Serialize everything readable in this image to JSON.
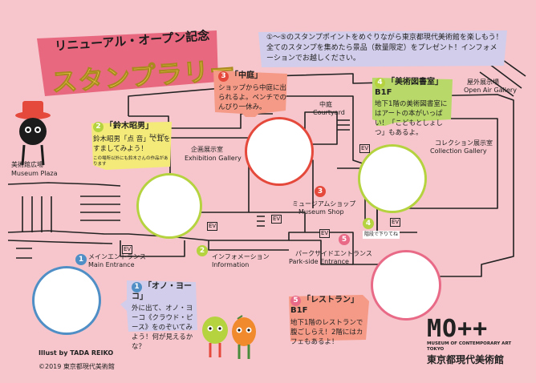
{
  "title": {
    "line1": "リニューアル・オープン記念",
    "line2": "スタンプラリー"
  },
  "intro": {
    "text": "①～⑤のスタンプポイントをめぐりながら東京都現代美術館を楽しもう！全てのスタンプを集めたら景品（数量限定）をプレゼント！インフォメーションでお越しください。"
  },
  "colors": {
    "background": "#f6c6cc",
    "blue": "#4f8fc6",
    "green": "#b5d23f",
    "red": "#e4493b",
    "pink": "#e86a87",
    "title_pink": "#e8687f",
    "intro_lavender": "#d2cdea",
    "bubble_salmon": "#f59a86",
    "bubble_yellow": "#f4ea7a",
    "bubble_green": "#b9d86a"
  },
  "stops": [
    {
      "num": "1",
      "title": "「オノ・ヨーコ」",
      "body": "外に出て、オノ・ヨーコ《クラウド・ピース》をのぞいてみよう！何が見えるかな？"
    },
    {
      "num": "2",
      "title": "「鈴木昭男」",
      "body": "鈴木昭男「点 音」で耳をすましてみよう！",
      "note": "この場所以外にも鈴木さんの作品があります",
      "ruby": "おとだて"
    },
    {
      "num": "3",
      "title": "「中庭」",
      "body": "ショップから中庭に出られるよ。ベンチでのんびり一休み。"
    },
    {
      "num": "4",
      "title": "「美術図書室」B1F",
      "body": "地下1階の美術図書室にはアートの本がいっぱい！「こどもとしょしつ」もあるよ。"
    },
    {
      "num": "5",
      "title": "「レストラン」B1F",
      "body": "地下1階のレストランで腹ごしらえ！2階にはカフェもあるよ！"
    }
  ],
  "map_labels": {
    "plaza_jp": "美術館広場",
    "plaza_en": "Museum Plaza",
    "main_jp": "メインエントランス",
    "main_en": "Main Entrance",
    "info_jp": "インフォメーション",
    "info_en": "Information",
    "exhibition_jp": "企画展示室",
    "exhibition_en": "Exhibition Gallery",
    "courtyard_jp": "中庭",
    "courtyard_en": "Courtyard",
    "shop_jp": "ミュージアムショップ",
    "shop_en": "Museum Shop",
    "collection_jp": "コレクション展示室",
    "collection_en": "Collection Gallery",
    "openair_jp": "屋外展示場",
    "openair_en": "Open Air Gallery",
    "parkside_jp": "パークサイドエントランス",
    "parkside_en": "Park-side Entrance",
    "ev": "EV",
    "b1_note": "階段で下りてね"
  },
  "logo": {
    "mark": "MO++",
    "en": "MUSEUM OF CONTEMPORARY ART TOKYO",
    "jp": "東京都現代美術館"
  },
  "credit": {
    "illust": "Illust by TADA REIKO",
    "copyright": "©2019 東京都現代美術館"
  }
}
